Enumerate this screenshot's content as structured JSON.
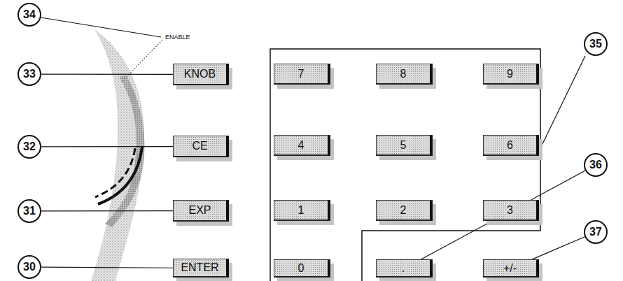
{
  "diagram": {
    "nodes": [
      {
        "text": [
          "34"
        ]
      },
      {
        "text": [
          "33"
        ]
      },
      {
        "text": [
          "KNOB"
        ]
      },
      {
        "text": [
          "7"
        ]
      },
      {
        "text": [
          "8"
        ]
      },
      {
        "text": [
          "9"
        ]
      },
      {
        "text": [
          "35"
        ]
      },
      {
        "text": [
          "32"
        ]
      },
      {
        "text": [
          "CE"
        ]
      },
      {
        "text": [
          "4"
        ]
      },
      {
        "text": [
          "5"
        ]
      },
      {
        "text": [
          "6"
        ]
      },
      {
        "text": [
          "36"
        ]
      },
      {
        "text": [
          "31"
        ]
      },
      {
        "text": [
          "EXP"
        ]
      },
      {
        "text": [
          "1"
        ]
      },
      {
        "text": [
          "2"
        ]
      },
      {
        "text": [
          "3"
        ]
      },
      {
        "text": [
          "37"
        ]
      },
      {
        "text": [
          "30"
        ]
      },
      {
        "text": [
          "ENTER"
        ]
      },
      {
        "text": [
          "0"
        ]
      },
      {
        "text": [
          "."
        ]
      },
      {
        "text": [
          "+/-"
        ]
      }
    ],
    "edges": [
      {
        "from": 1,
        "to": 2,
        "arrow": "none"
      },
      {
        "from": 7,
        "to": 8,
        "arrow": "none"
      },
      {
        "from": 13,
        "to": 14,
        "arrow": "none"
      },
      {
        "from": 19,
        "to": 20,
        "arrow": "none"
      },
      {
        "from": 12,
        "to": 22,
        "arrow": "none"
      },
      {
        "from": 18,
        "to": 23,
        "arrow": "none"
      }
    ],
    "labels": [
      "ENABLE"
    ]
  }
}
